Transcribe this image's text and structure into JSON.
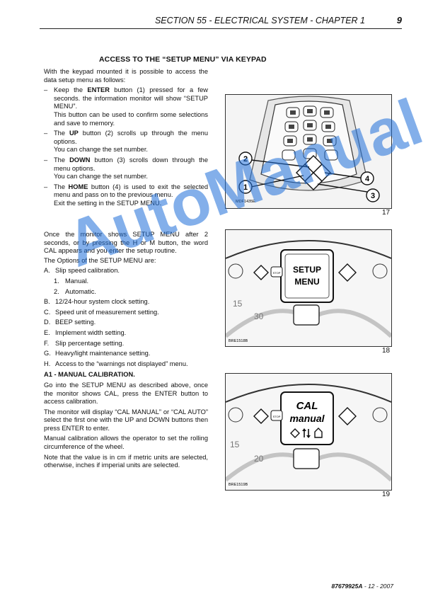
{
  "header": {
    "section": "SECTION 55 - ELECTRICAL SYSTEM - CHAPTER 1",
    "page": "9"
  },
  "title": "ACCESS TO THE “SETUP MENU” VIA KEYPAD",
  "intro": "With the keypad mounted it is possible to access the data setup menu as follows:",
  "steps": [
    {
      "pre": "Keep the ",
      "key": "ENTER",
      "post": " button (1) pressed for a few seconds. the information monitor will show “SETUP MENU”.",
      "extra": "This button can be used to confirm some selections and save to memory."
    },
    {
      "pre": "The ",
      "key": "UP",
      "post": " button (2) scrolls up through the menu options.",
      "extra": "You can change the set number."
    },
    {
      "pre": "The ",
      "key": "DOWN",
      "post": " button (3) scrolls down through the menu options.",
      "extra": "You can change the set number."
    },
    {
      "pre": "The ",
      "key": "HOME",
      "post": " button (4) is used to exit the selected menu and pass on to the previous menu.",
      "extra": "Exit the setting in the SETUP MENU."
    }
  ],
  "para2": "Once the monitor shows SETUP MENU after 2 seconds, or by pressing the H or M button, the word CAL appears and you enter the setup routine.",
  "options_intro": "The Options of the SETUP MENU are:",
  "options": [
    {
      "letter": "A.",
      "text": "Slip speed calibration."
    },
    {
      "letter": "B.",
      "text": "12/24-hour system clock setting."
    },
    {
      "letter": "C.",
      "text": "Speed unit of measurement setting."
    },
    {
      "letter": "D.",
      "text": "BEEP setting."
    },
    {
      "letter": "E.",
      "text": "Implement width setting."
    },
    {
      "letter": "F.",
      "text": "Slip percentage setting."
    },
    {
      "letter": "G.",
      "text": "Heavy/light maintenance setting."
    },
    {
      "letter": "H.",
      "text": "Access to the “warnings not displayed” menu."
    }
  ],
  "sub_options": [
    {
      "num": "1.",
      "text": "Manual."
    },
    {
      "num": "2.",
      "text": "Automatic."
    }
  ],
  "a1_heading": "A1 - MANUAL CALIBRATION.",
  "a1_paras": [
    "Go into the SETUP MENU as described above, once the monitor shows CAL, press the ENTER button to access calibration.",
    "The monitor will display “CAL MANUAL” or “CAL AUTO” select the first one with the UP and DOWN buttons then press ENTER to enter.",
    "Manual calibration allows the operator to set the rolling circumference of the wheel.",
    "Note that the value is in cm if metric units are selected, otherwise, inches if imperial units are selected."
  ],
  "figures": [
    {
      "number": "17",
      "code": "MDF1435E",
      "callouts": [
        "1",
        "2",
        "3",
        "4"
      ]
    },
    {
      "number": "18",
      "code": "BRE1518B",
      "screen_line1": "SETUP",
      "screen_line2": "MENU",
      "dial_a": "15",
      "dial_b": "30",
      "btn_label": "STOP"
    },
    {
      "number": "19",
      "code": "BRE1519B",
      "screen_line1": "CAL",
      "screen_line2": "manual",
      "dial_a": "15",
      "dial_b": "20",
      "btn_label": "STOP"
    }
  ],
  "watermark": "AutoManual",
  "footer": {
    "code": "87679925A",
    "date": " - 12 - 2007"
  }
}
